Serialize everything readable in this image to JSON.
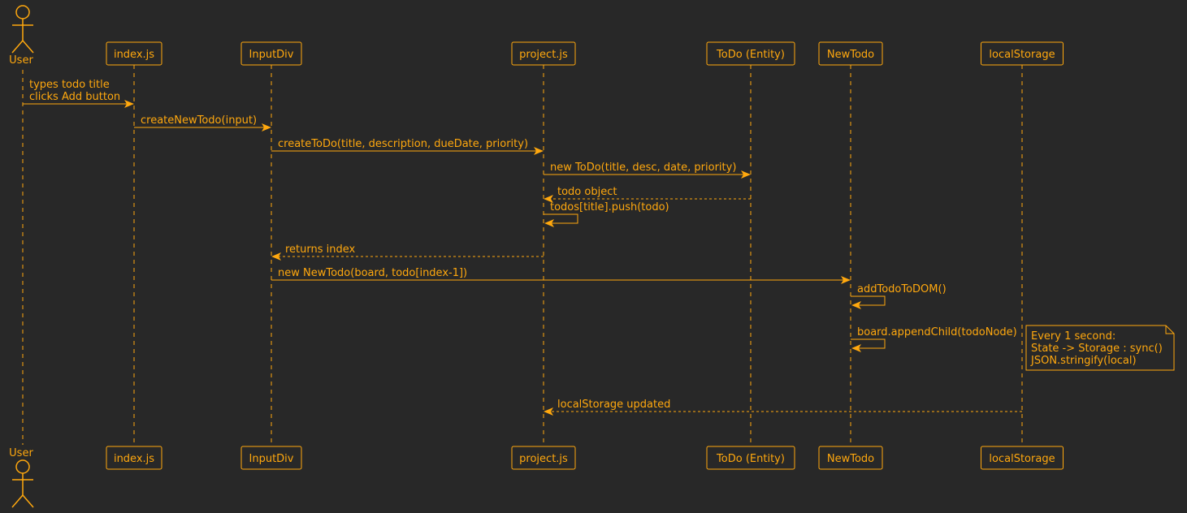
{
  "colors": {
    "background": "#282828",
    "accent": "#FFA80E"
  },
  "actor": "User",
  "participants": [
    "index.js",
    "InputDiv",
    "project.js",
    "ToDo (Entity)",
    "NewTodo",
    "localStorage"
  ],
  "messages": [
    {
      "from": 0,
      "to": 1,
      "lines": [
        "types todo title",
        "clicks Add button"
      ],
      "style": "solid"
    },
    {
      "from": 1,
      "to": 2,
      "lines": [
        "createNewTodo(input)"
      ],
      "style": "solid"
    },
    {
      "from": 2,
      "to": 3,
      "lines": [
        "createToDo(title, description, dueDate, priority)"
      ],
      "style": "solid"
    },
    {
      "from": 3,
      "to": 4,
      "lines": [
        "new ToDo(title, desc, date, priority)"
      ],
      "style": "solid"
    },
    {
      "from": 4,
      "to": 3,
      "lines": [
        "todo object"
      ],
      "style": "dashed"
    },
    {
      "from": 3,
      "to": 3,
      "lines": [
        "todos[title].push(todo)"
      ],
      "style": "self"
    },
    {
      "from": 3,
      "to": 2,
      "lines": [
        "returns index"
      ],
      "style": "dashed"
    },
    {
      "from": 2,
      "to": 5,
      "lines": [
        "new NewTodo(board, todo[index-1])"
      ],
      "style": "solid"
    },
    {
      "from": 5,
      "to": 5,
      "lines": [
        "addTodoToDOM()"
      ],
      "style": "self"
    },
    {
      "from": 5,
      "to": 5,
      "lines": [
        "board.appendChild(todoNode)"
      ],
      "style": "self"
    },
    {
      "from": 6,
      "to": 3,
      "lines": [
        "localStorage updated"
      ],
      "style": "dashed"
    }
  ],
  "note": {
    "lines": [
      "Every 1 second:",
      "State -> Storage : sync()",
      "JSON.stringify(local)"
    ]
  }
}
